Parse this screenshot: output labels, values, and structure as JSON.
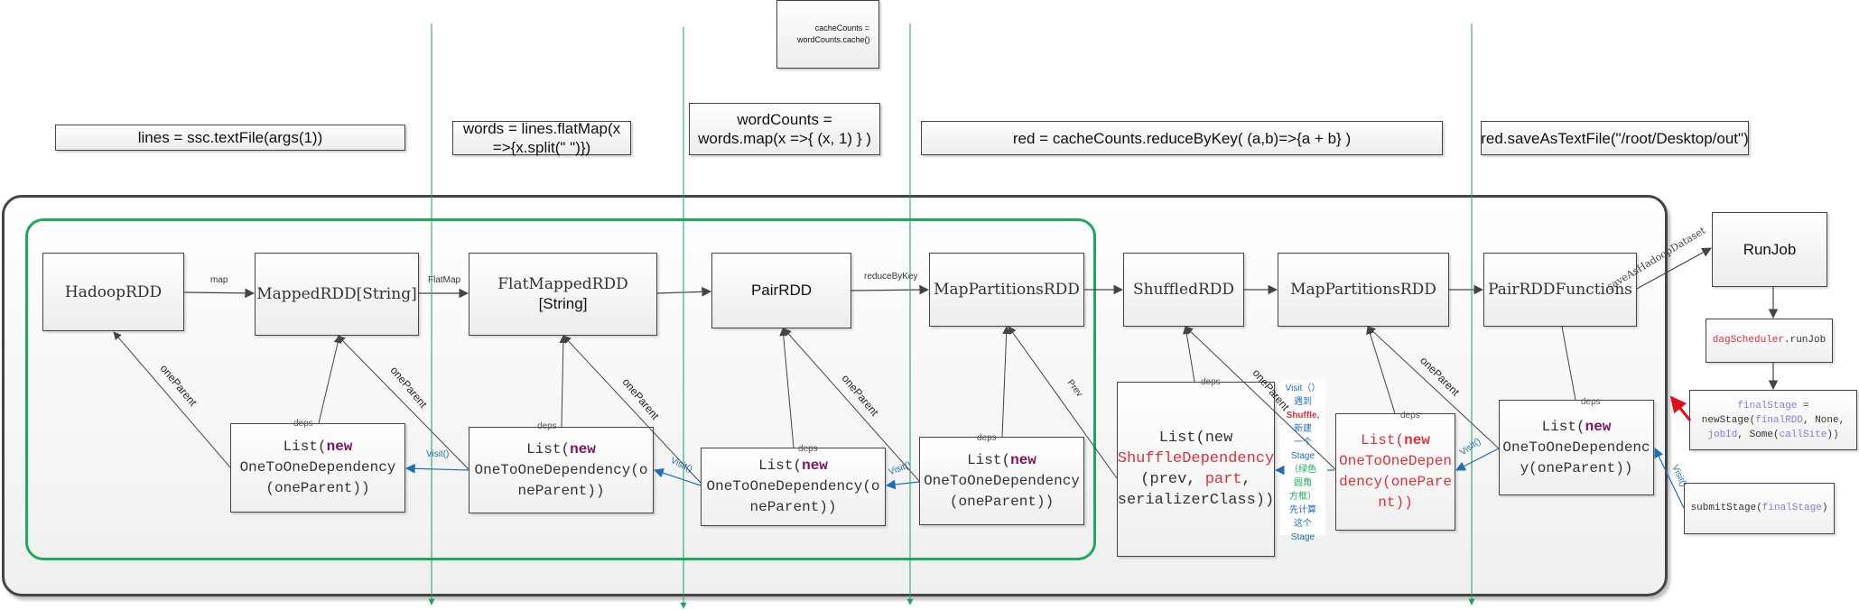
{
  "code_steps": [
    {
      "id": "lines",
      "text": "lines = ssc.textFile(args(1))"
    },
    {
      "id": "words",
      "text": "words = lines.flatMap(x =>{x.split(\" \")})"
    },
    {
      "id": "wordcounts",
      "text": "wordCounts = words.map(x =>{ (x, 1) } )"
    },
    {
      "id": "cache",
      "text": "cacheCounts = wordCounts.cache()"
    },
    {
      "id": "red",
      "text": "red = cacheCounts.reduceByKey( (a,b)=>{a + b} )"
    },
    {
      "id": "save",
      "text": "red.saveAsTextFile(\"/root/Desktop/out\")"
    }
  ],
  "rdds": [
    {
      "id": "hadoop",
      "label": "HadoopRDD"
    },
    {
      "id": "mapped",
      "label": "MappedRDD[String]"
    },
    {
      "id": "flatmapped",
      "label": "FlatMappedRDD",
      "label2": "[String]"
    },
    {
      "id": "pair",
      "label": "PairRDD"
    },
    {
      "id": "mappart1",
      "label": "MapPartitionsRDD"
    },
    {
      "id": "shuffled",
      "label": "ShuffledRDD"
    },
    {
      "id": "mappart2",
      "label": "MapPartitionsRDD"
    },
    {
      "id": "pairfunc",
      "label": "PairRDDFunctions"
    }
  ],
  "edge_labels": {
    "map": "map",
    "flatmap": "FlatMap",
    "reducebykey": "reduceByKey",
    "saveashadoop": "saveAsHadoopDataset",
    "oneparent": "oneParent",
    "prev": "Prev",
    "deps": "deps",
    "visit": "Visit()"
  },
  "deps": {
    "list_new_prefix": "List(",
    "new_kw": "new",
    "onetoone": "OneToOneDependency",
    "oneparent_arg": "(oneParent))",
    "d1_l2": "OneToOneDependency",
    "d1_l3": "(oneParent))",
    "d2_l2": "OneToOneDependency(o",
    "d2_l3": "neParent))",
    "d3_l2": "OneToOneDependency(o",
    "d3_l3": "neParent))",
    "d4_l2": "OneToOneDependency",
    "d4_l3": "(oneParent))",
    "shuffle_l1": "List(new",
    "shuffle_l2": "ShuffleDependency",
    "shuffle_l3a": "(prev, ",
    "shuffle_l3b": "part",
    "shuffle_l3c": ",",
    "shuffle_l4": "serializerClass))",
    "d6_l2": "OneToOneDepen",
    "d6_l3": "dency(onePare",
    "d6_l4": "nt))",
    "d7_l2": "OneToOneDependenc",
    "d7_l3": "y(oneParent))"
  },
  "stage_note": {
    "l1": "Visit（）",
    "l2": "遇到",
    "l3": "Shuffle,",
    "l4": "新建",
    "l5": "一个",
    "l6": "Stage",
    "l7": "（绿色",
    "l8": "圆角",
    "l9": "方框）",
    "l10": "先计算",
    "l11": "这个",
    "l12": "Stage"
  },
  "scheduler": {
    "runjob": "RunJob",
    "dag_var": "dagScheduler",
    "dag_call": ".runJob",
    "fs_var": "finalStage",
    "fs_eq": " =",
    "ns_call": "newStage(",
    "ns_rdd": "finalRDD",
    "ns_none": ", None,",
    "ns_jobid": "jobId",
    "ns_some": ", Some(",
    "ns_callsite": "callSite",
    "ns_end": "))",
    "submit_call": "submitStage(",
    "submit_arg": "finalStage",
    "submit_end": ")"
  },
  "colors": {
    "stage_border": "#1daa5a",
    "timeline": "#1aa05a",
    "visit_arrow": "#1f6fb4",
    "highlight_red": "#e0303a",
    "keyword_purple": "#7a1460"
  }
}
